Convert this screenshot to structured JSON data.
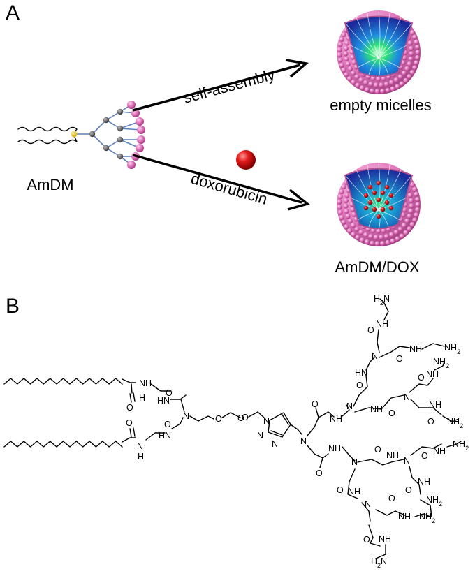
{
  "panel_a": {
    "letter": "A",
    "amphiphile": "AmDM",
    "arrow_top": "self-assembly",
    "arrow_bottom": "doxorubicin",
    "result_top": "empty micelles",
    "result_bottom": "AmDM/DOX"
  },
  "panel_b": {
    "letter": "B",
    "atoms": {
      "n": "N",
      "o": "O",
      "nh": "NH",
      "hn": "HN",
      "h": "H"
    },
    "h2n": "H2N",
    "nh2": "NH2"
  },
  "colors": {
    "shell": "#e57fc1",
    "core_blue": "#1d4fd8",
    "core_green": "#2fe07a",
    "drug": "#d60d0d",
    "linker": "#5b7fbf",
    "node": "#555555",
    "focal": "#f2d21e"
  }
}
